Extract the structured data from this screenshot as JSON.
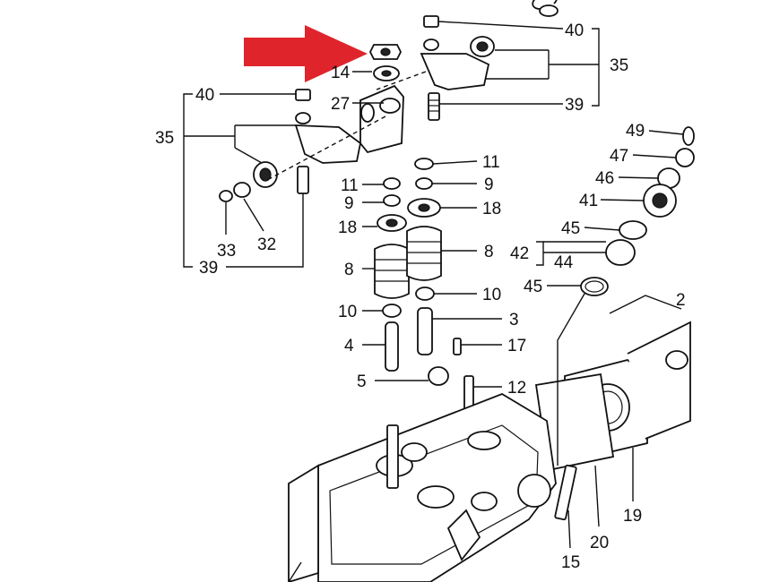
{
  "callouts": [
    "40",
    "35",
    "14",
    "27",
    "39",
    "40",
    "35",
    "11",
    "11",
    "9",
    "9",
    "18",
    "18",
    "8",
    "8",
    "10",
    "10",
    "3",
    "4",
    "17",
    "5",
    "12",
    "33",
    "32",
    "39",
    "49",
    "47",
    "46",
    "41",
    "45",
    "42",
    "44",
    "45",
    "2",
    "19",
    "20",
    "15"
  ],
  "arrow_color": "#e0242b"
}
